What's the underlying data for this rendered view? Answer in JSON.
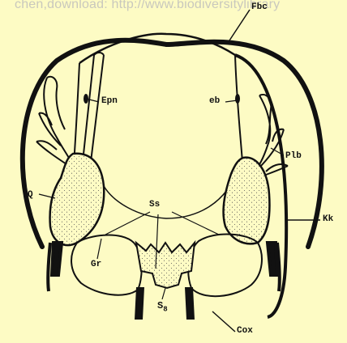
{
  "watermark": "chen,download: http://www.biodiversitylibrary",
  "labels": {
    "fbc": "Fbc",
    "epn": "Epn",
    "eb": "eb",
    "plb": "Plb",
    "q": "Q",
    "ss": "Ss",
    "kk": "Kk",
    "gr": "Gr",
    "s8_base": "S",
    "s8_sub": "8",
    "cox": "Cox"
  },
  "colors": {
    "background": "#fdfbc4",
    "ink": "#111111",
    "stipple": "#555555"
  }
}
